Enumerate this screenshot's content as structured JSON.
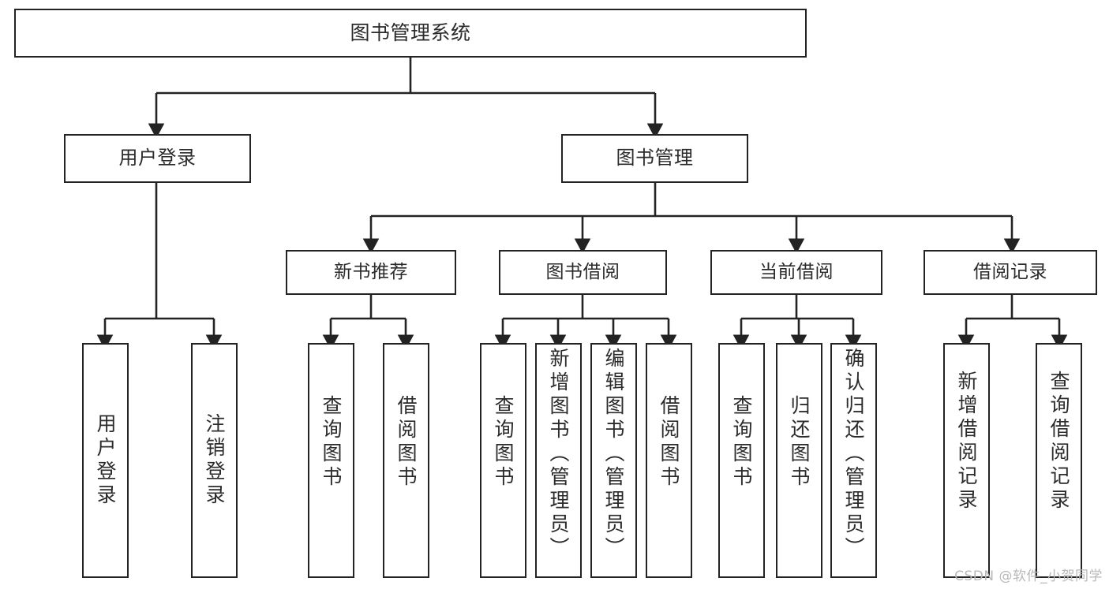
{
  "diagram": {
    "type": "tree-hierarchy",
    "title": "图书管理系统",
    "orientation": "top-down",
    "colors": {
      "box_border": "#232323",
      "box_fill": "#ffffff",
      "connector": "#232323",
      "text": "#2b2b2b",
      "watermark": "#b8b8b8",
      "background": "#ffffff"
    },
    "root": {
      "label": "图书管理系统"
    },
    "level2": [
      {
        "label": "用户登录"
      },
      {
        "label": "图书管理"
      }
    ],
    "level3": [
      {
        "label": "新书推荐"
      },
      {
        "label": "图书借阅"
      },
      {
        "label": "当前借阅"
      },
      {
        "label": "借阅记录"
      }
    ],
    "leaves": {
      "user_login": [
        {
          "label": "用户登录"
        },
        {
          "label": "注销登录"
        }
      ],
      "new_book_recommend": [
        {
          "label": "查询图书"
        },
        {
          "label": "借阅图书"
        }
      ],
      "book_borrow": [
        {
          "label": "查询图书"
        },
        {
          "label": "新增图书（管理员）"
        },
        {
          "label": "编辑图书（管理员）"
        },
        {
          "label": "借阅图书"
        }
      ],
      "current_borrow": [
        {
          "label": "查询图书"
        },
        {
          "label": "归还图书"
        },
        {
          "label": "确认归还（管理员）"
        }
      ],
      "borrow_record": [
        {
          "label": "新增借阅记录"
        },
        {
          "label": "查询借阅记录"
        }
      ]
    }
  },
  "watermark": {
    "text": "CSDN @软件_小贺同学"
  }
}
